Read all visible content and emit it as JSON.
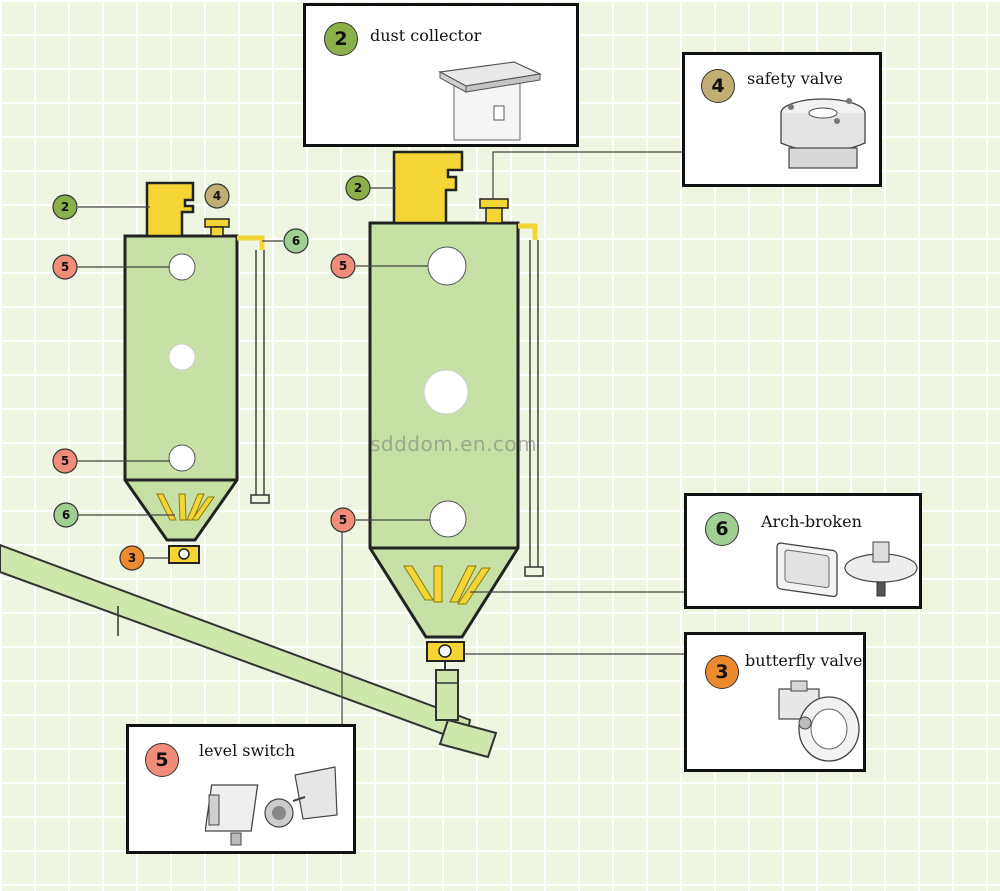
{
  "watermark": "sdddom.en.com",
  "colors": {
    "tank_fill": "#c7e0a5",
    "yellow": "#f3d535",
    "badge_2": "#8ab04a",
    "badge_3": "#ee8a2e",
    "badge_4": "#c1ae72",
    "badge_5": "#f08c79",
    "badge_6": "#9fcf92"
  },
  "callouts": {
    "dust_collector": {
      "number": "2",
      "label": "dust collector"
    },
    "safety_valve": {
      "number": "4",
      "label": "safety valve"
    },
    "arch_broken": {
      "number": "6",
      "label": "Arch-broken"
    },
    "butterfly_valve": {
      "number": "3",
      "label": "butterfly valve"
    },
    "level_switch": {
      "number": "5",
      "label": "level switch"
    }
  },
  "badges": {
    "small_dust": "2",
    "small_safety": "4",
    "small_arch_top": "6",
    "small_level_top": "5",
    "small_level_bottom": "5",
    "small_arch_bottom": "6",
    "small_butterfly": "3",
    "big_dust": "2",
    "big_level_top": "5",
    "big_level_bottom": "5"
  }
}
